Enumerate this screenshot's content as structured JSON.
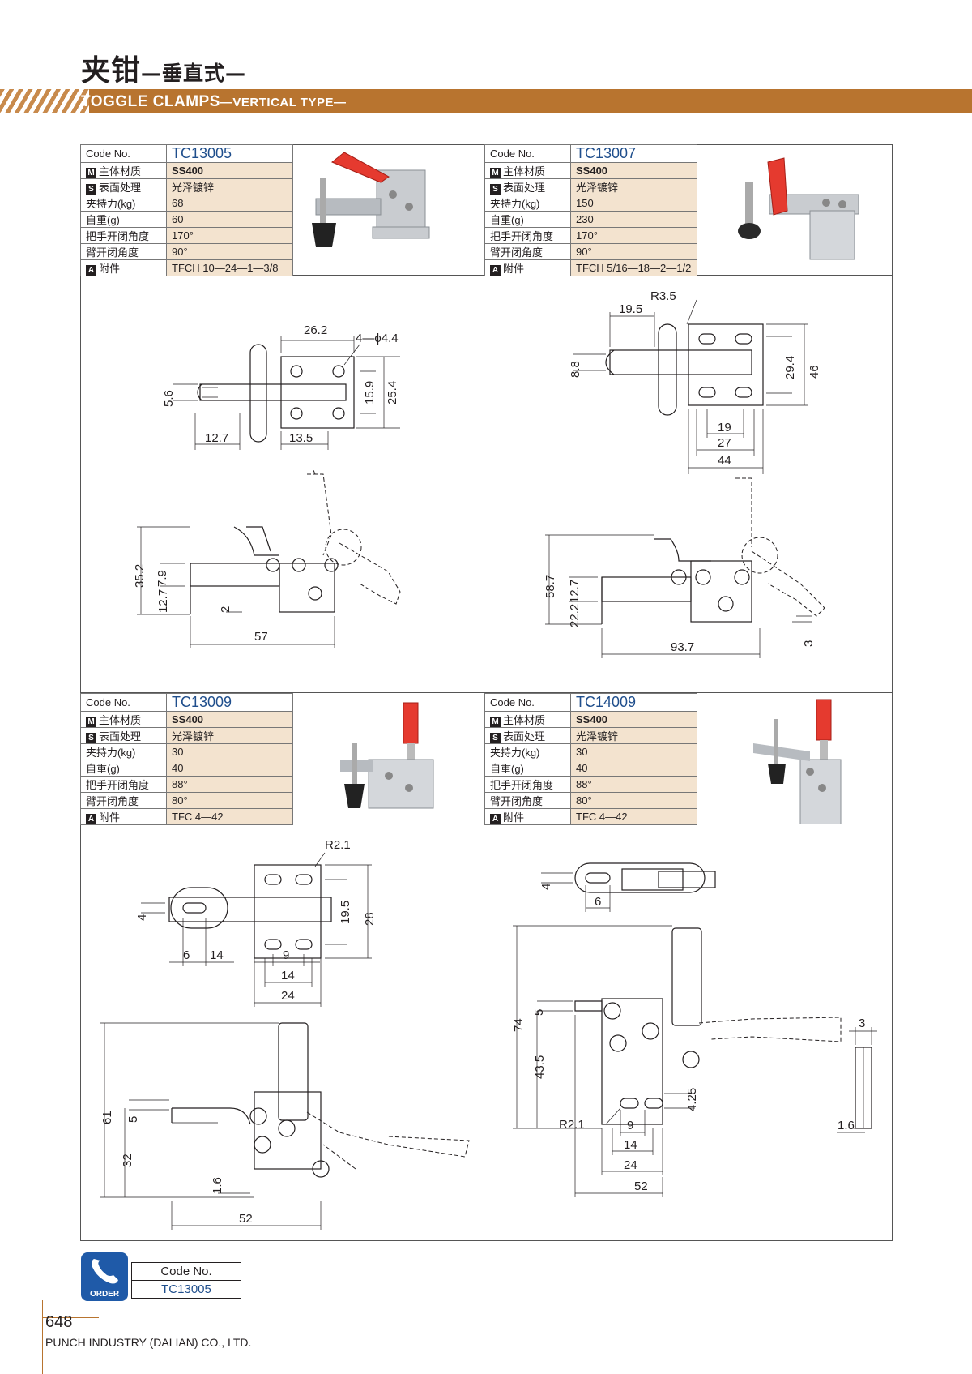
{
  "header": {
    "title_cn": "夹钳",
    "title_cn_sub": "—垂直式—",
    "title_en": "TOGGLE CLAMPS",
    "title_en_sub": "—VERTICAL TYPE—"
  },
  "labels": {
    "code": "Code No.",
    "material": "主体材质",
    "surface": "表面处理",
    "force": "夹持力(kg)",
    "weight": "自重(g)",
    "handle_angle": "把手开闭角度",
    "arm_angle": "臂开闭角度",
    "accessory": "附件",
    "badge_m": "M",
    "badge_s": "S",
    "badge_a": "A"
  },
  "products": [
    {
      "code": "TC13005",
      "material": "SS400",
      "surface": "光泽镀锌",
      "force": "68",
      "weight": "60",
      "handle_angle": "170°",
      "arm_angle": "90°",
      "accessory": "TFCH 10—24—1—3/8"
    },
    {
      "code": "TC13007",
      "material": "SS400",
      "surface": "光泽镀锌",
      "force": "150",
      "weight": "230",
      "handle_angle": "170°",
      "arm_angle": "90°",
      "accessory": "TFCH 5/16—18—2—1/2"
    },
    {
      "code": "TC13009",
      "material": "SS400",
      "surface": "光泽镀锌",
      "force": "30",
      "weight": "40",
      "handle_angle": "88°",
      "arm_angle": "80°",
      "accessory": "TFC 4—42"
    },
    {
      "code": "TC14009",
      "material": "SS400",
      "surface": "光泽镀锌",
      "force": "30",
      "weight": "40",
      "handle_angle": "88°",
      "arm_angle": "80°",
      "accessory": "TFC 4—42"
    }
  ],
  "dims": {
    "d1": {
      "a": "26.2",
      "b": "4—ϕ4.4",
      "c": "5.6",
      "d": "15.9",
      "e": "25.4",
      "f": "12.7",
      "g": "13.5",
      "h": "35.2",
      "i": "7.9",
      "j": "12.7",
      "k": "2",
      "l": "57"
    },
    "d2": {
      "a": "R3.5",
      "b": "19.5",
      "c": "8.8",
      "d": "29.4",
      "e": "46",
      "f": "19",
      "g": "27",
      "h": "44",
      "i": "58.7",
      "j": "12.7",
      "k": "22.2",
      "l": "93.7",
      "m": "3"
    },
    "d3": {
      "a": "R2.1",
      "b": "4",
      "c": "19.5",
      "d": "28",
      "e": "6",
      "f": "14",
      "g": "9",
      "h": "14",
      "i": "24",
      "j": "61",
      "k": "5",
      "l": "32",
      "m": "1.6",
      "n": "52"
    },
    "d4": {
      "a": "4",
      "b": "6",
      "c": "74",
      "d": "5",
      "e": "43.5",
      "f": "4.25",
      "g": "R2.1",
      "h": "9",
      "i": "14",
      "j": "24",
      "k": "52",
      "l": "3",
      "m": "1.6"
    }
  },
  "order": {
    "label": "ORDER",
    "header": "Code No.",
    "code": "TC13005"
  },
  "footer": {
    "page": "648",
    "company": "PUNCH INDUSTRY (DALIAN) CO., LTD."
  }
}
